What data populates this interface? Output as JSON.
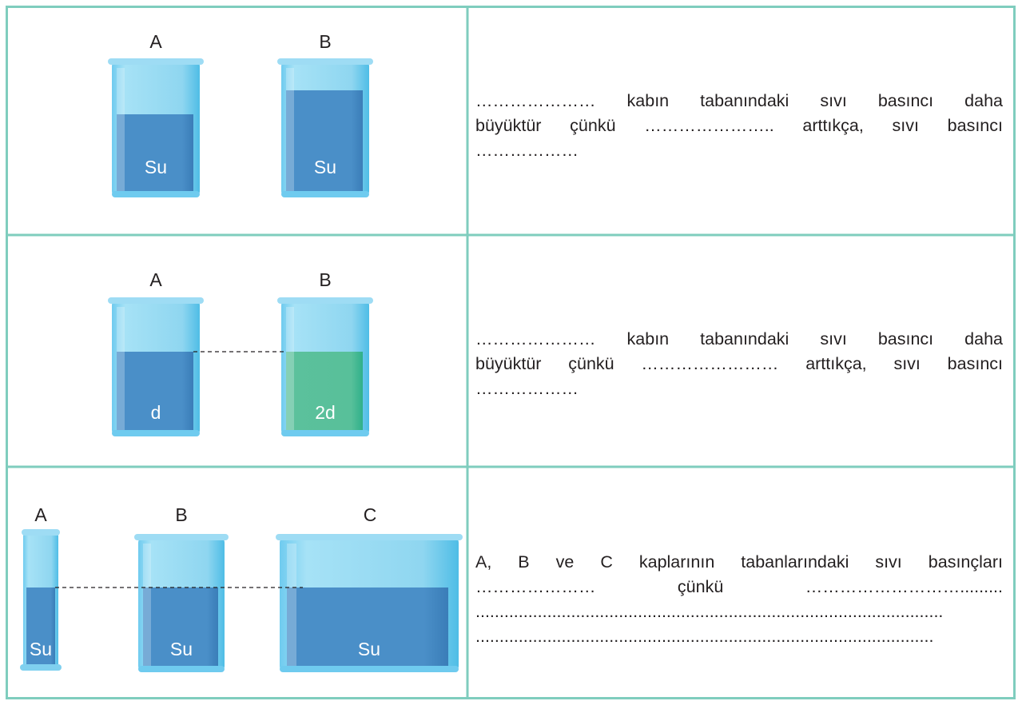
{
  "rows": [
    {
      "labels": [
        "A",
        "B"
      ],
      "liquids": [
        "Su",
        "Su"
      ],
      "text_lines": [
        "………………… kabın tabanındaki sıvı basıncı daha",
        "büyüktür çünkü ………………….. arttıkça, sıvı basıncı",
        "………………"
      ]
    },
    {
      "labels": [
        "A",
        "B"
      ],
      "liquids": [
        "d",
        "2d"
      ],
      "text_lines": [
        "………………… kabın tabanındaki sıvı basıncı daha",
        "büyüktür çünkü …………………… arttıkça, sıvı basıncı",
        "………………"
      ]
    },
    {
      "labels": [
        "A",
        "B",
        "C"
      ],
      "liquids": [
        "Su",
        "Su",
        "Su"
      ],
      "text_lines": [
        "A, B ve C kaplarının tabanlarındaki sıvı basınçları",
        "………………… çünkü ……………………….........",
        "..................................................................................................",
        "................................................................................................"
      ]
    }
  ],
  "colors": {
    "border": "#7fcdbe",
    "glass": "#8fd6f0",
    "glass_edge": "#5bc3e8",
    "water": "#4a8fc8",
    "water_dark": "#3a7db8",
    "liquid_green": "#58c09a"
  }
}
